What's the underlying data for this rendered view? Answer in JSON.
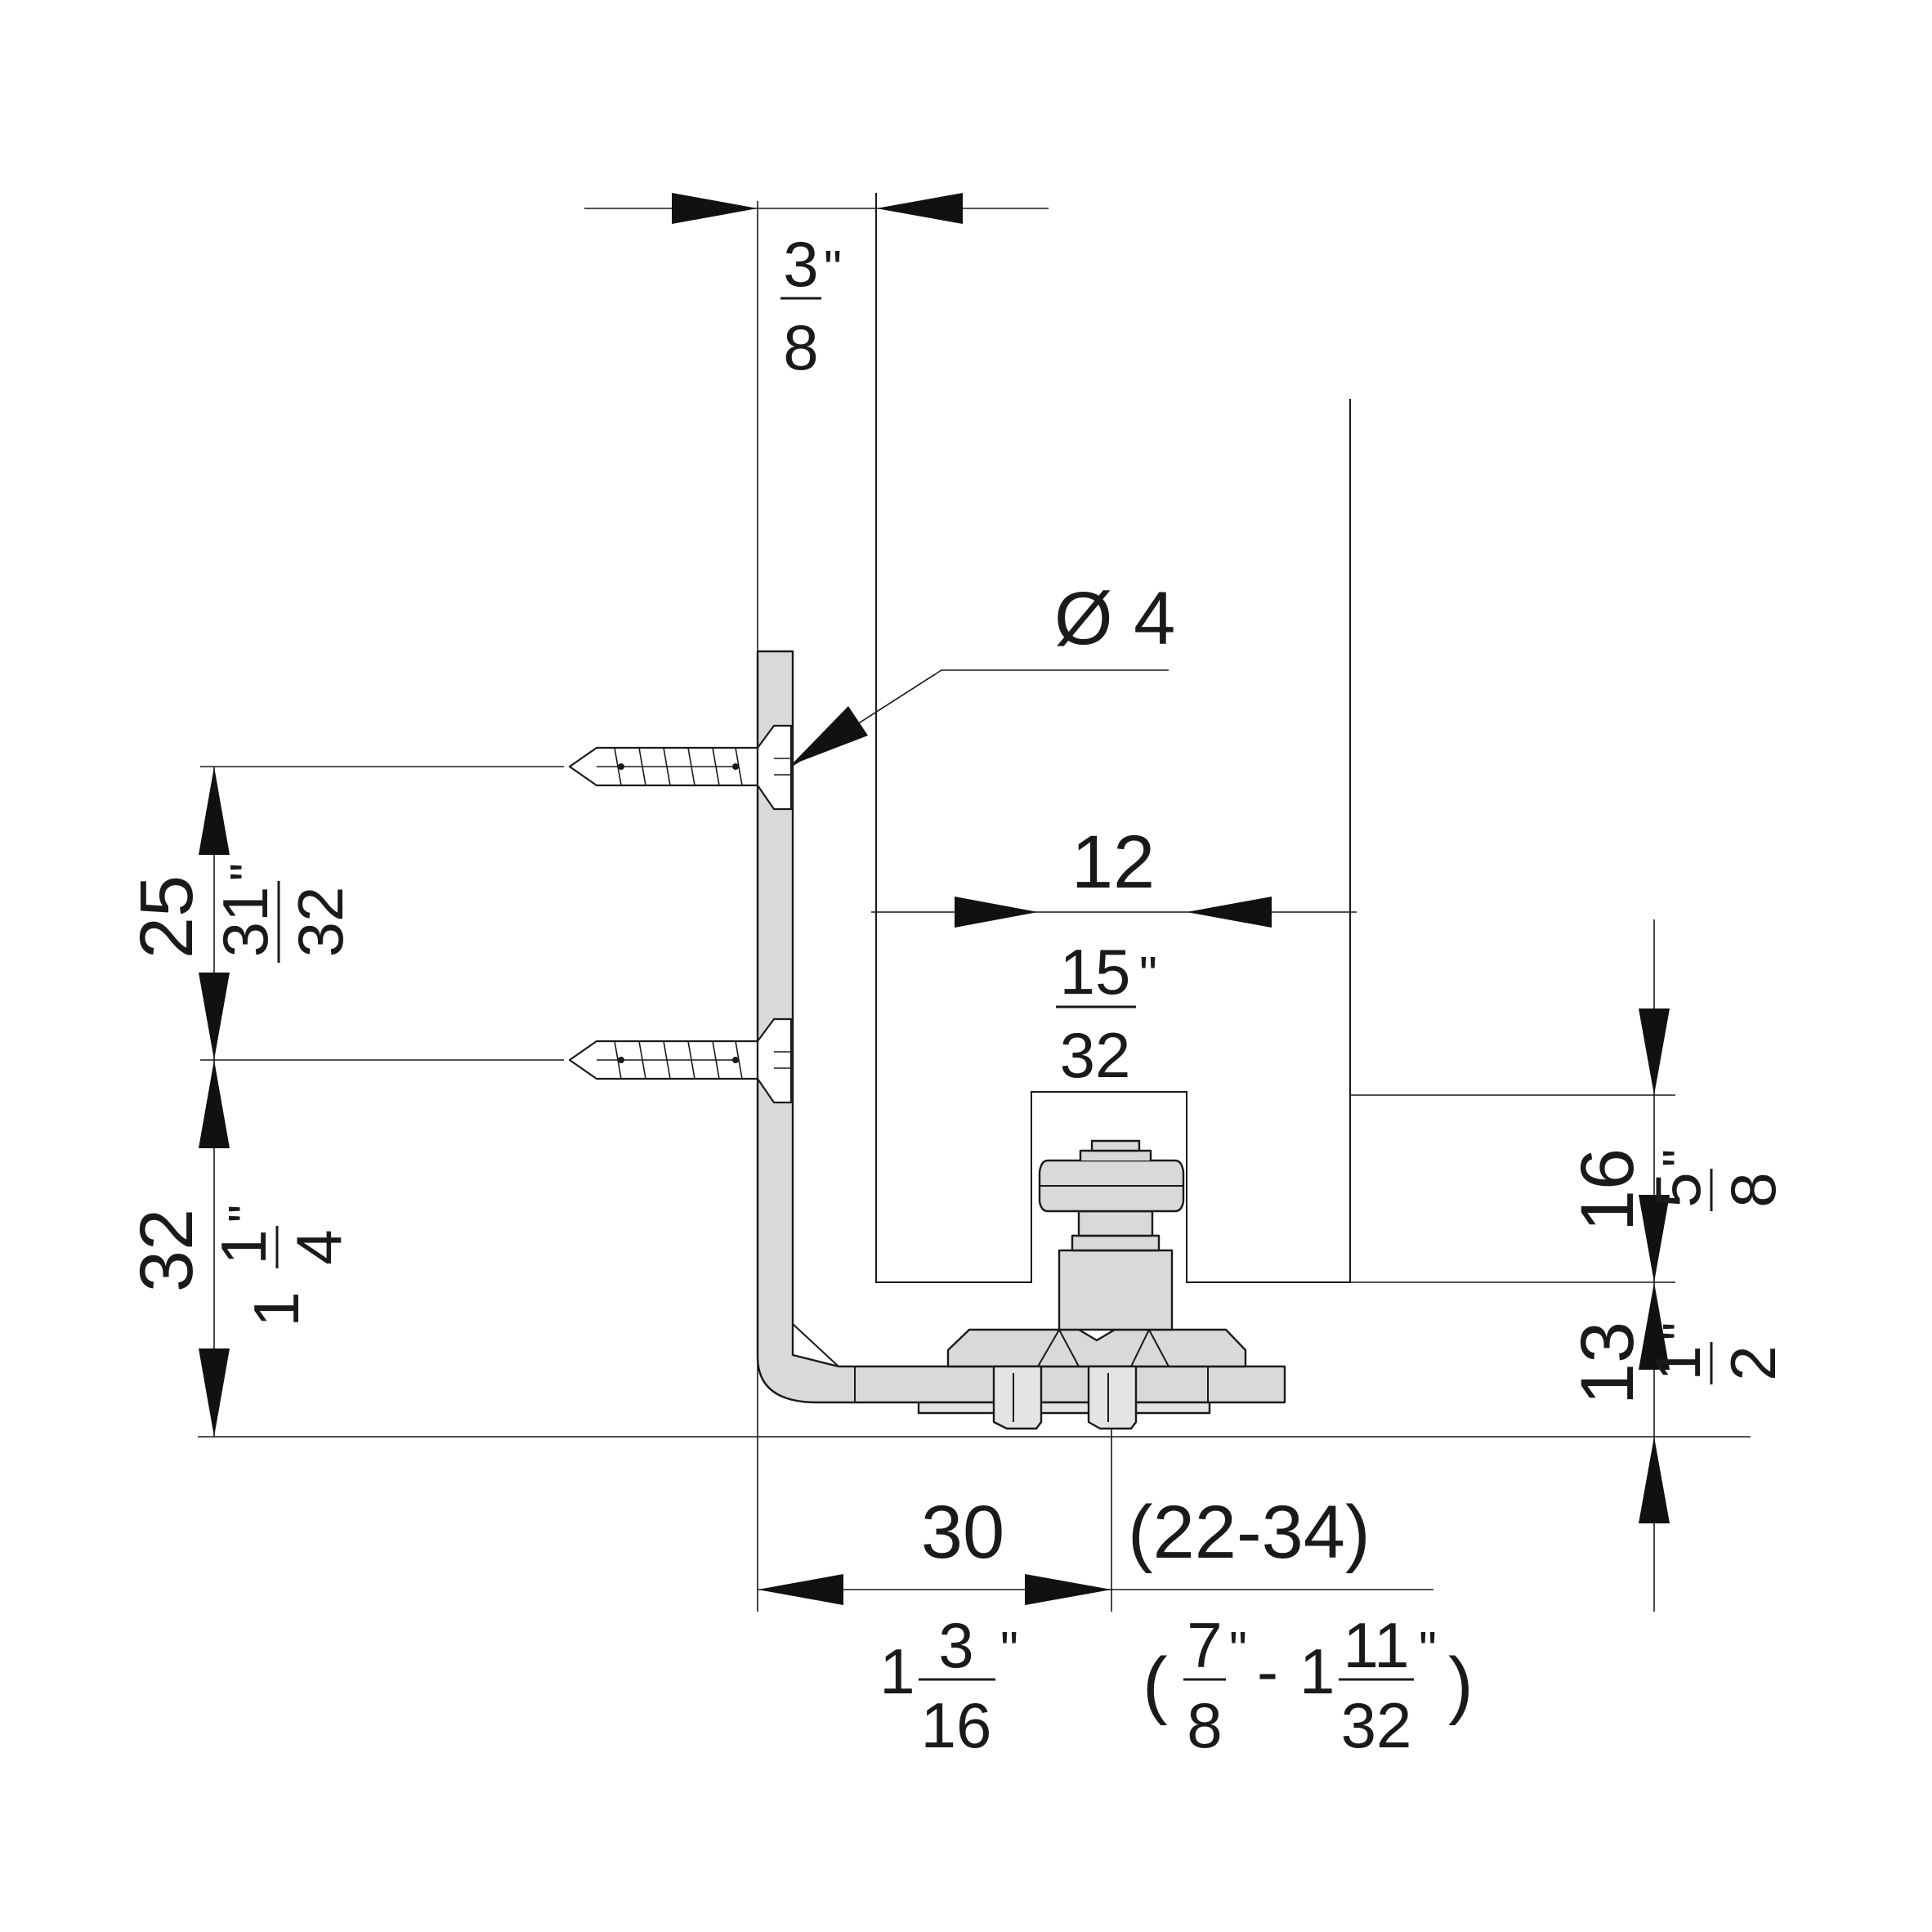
{
  "labels": {
    "top_width_fraction": {
      "num": "3",
      "den": "8",
      "unit": "\""
    },
    "screw_diameter": "Ø 4",
    "slot_width_mm": "12",
    "slot_width_fraction": {
      "num": "15",
      "den": "32",
      "unit": "\""
    },
    "screw_spacing_mm": "25",
    "screw_spacing_fraction": {
      "num": "31",
      "den": "32",
      "unit": "\""
    },
    "lower_screw_height_mm": "32",
    "lower_screw_height_fraction": {
      "whole": "1",
      "num": "1",
      "den": "4",
      "unit": "\""
    },
    "right_upper_mm": "16",
    "right_upper_fraction": {
      "num": "5",
      "den": "8",
      "unit": "\""
    },
    "right_lower_mm": "13",
    "right_lower_fraction": {
      "num": "1",
      "den": "2",
      "unit": "\""
    },
    "bottom_offset_mm": "30",
    "bottom_offset_fraction": {
      "whole": "1",
      "num": "3",
      "den": "16",
      "unit": "\""
    },
    "bottom_range_mm": "(22-34)",
    "bottom_range_fraction": {
      "open": "(",
      "a_num": "7",
      "a_den": "8",
      "a_unit": "\"",
      "dash": "-",
      "b_whole": "1",
      "b_num": "11",
      "b_den": "32",
      "b_unit": "\"",
      "close": ")"
    }
  }
}
